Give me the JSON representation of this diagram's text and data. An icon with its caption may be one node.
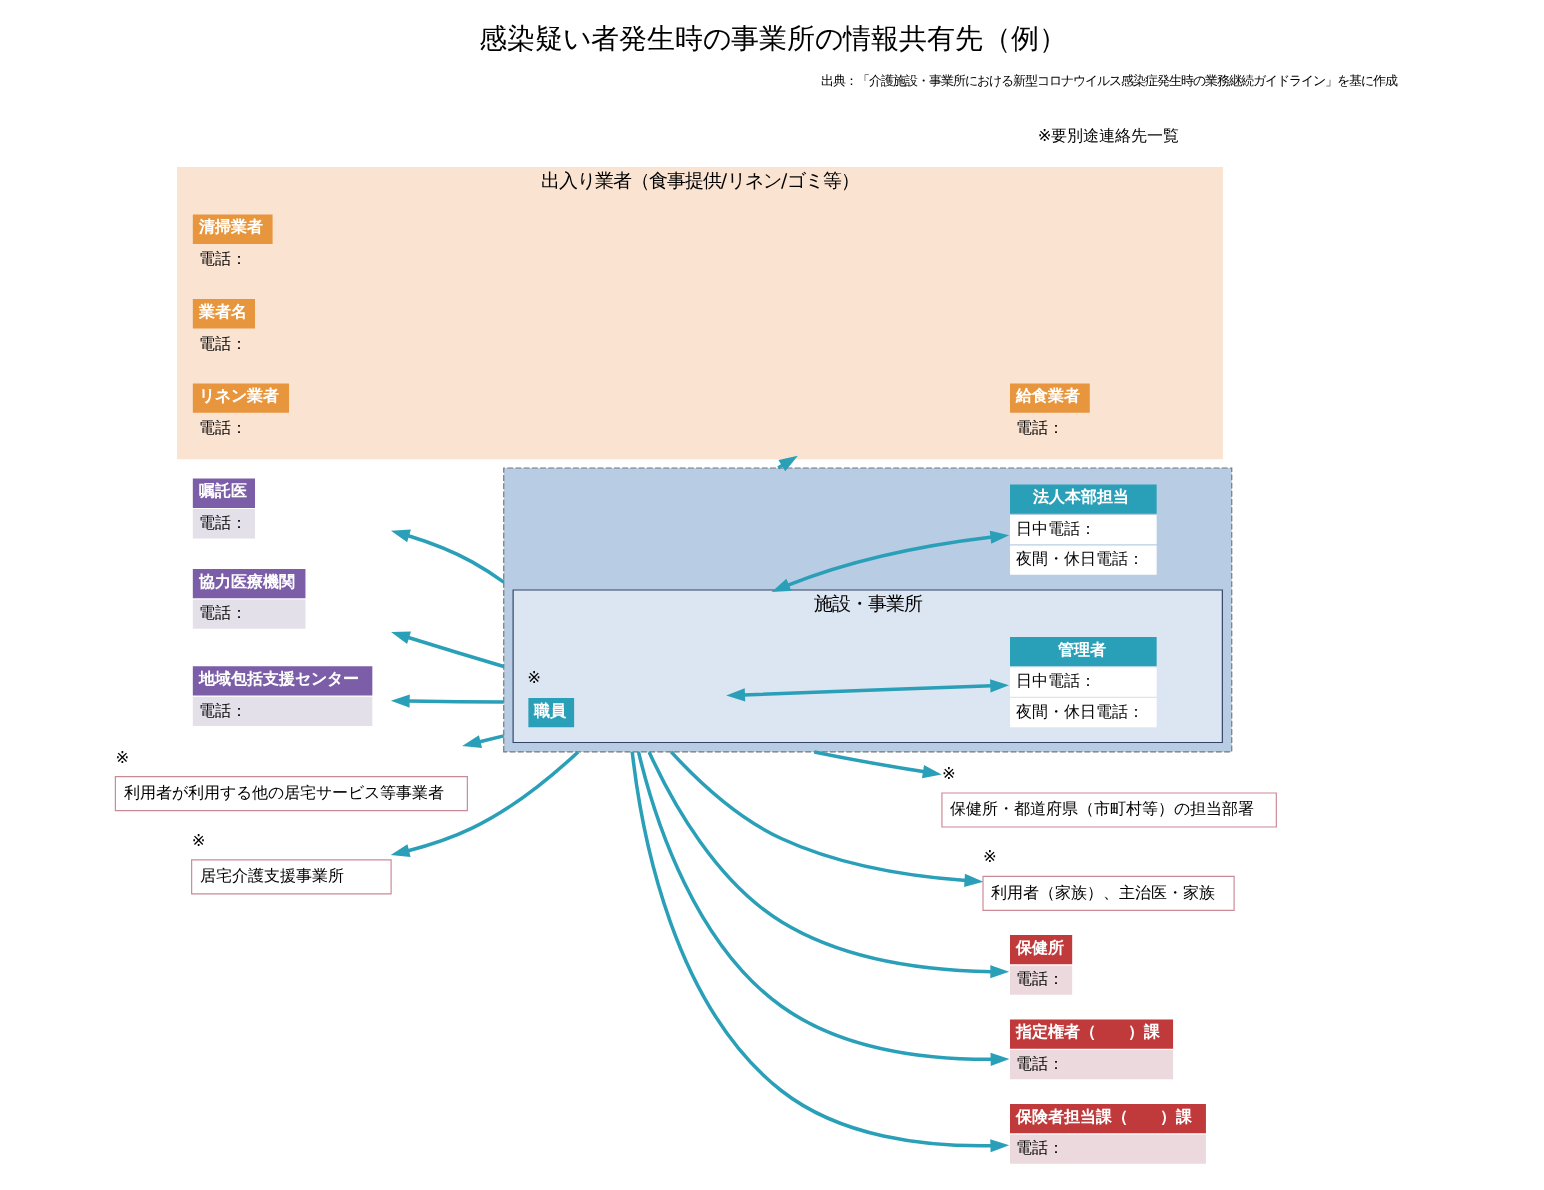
{
  "diagram": {
    "title": "感染疑い者発生時の事業所の情報共有先（例）",
    "nodes": [
      {
        "text": [],
        "shape": "box"
      },
      {
        "text": [
          "施設・事業所"
        ],
        "in": 0
      },
      {
        "text": [
          "職員"
        ],
        "in": 1,
        "beside": [
          "※"
        ]
      },
      {
        "text": [
          "管理者",
          "日中電話：",
          "夜間・休日電話："
        ],
        "in": 1
      },
      {
        "text": [
          "法人本部担当",
          "日中電話：",
          "夜間・休日電話："
        ],
        "in": 0
      },
      {
        "text": [
          "嘱託医",
          "電話："
        ]
      },
      {
        "text": [
          "協力医療機関",
          "電話："
        ]
      },
      {
        "text": [
          "地域包括支援センター",
          "電話："
        ]
      },
      {
        "text": [
          "利用者が利用する他の居宅サービス等事業者"
        ],
        "beside": [
          "※"
        ]
      },
      {
        "text": [
          "居宅介護支援事業所"
        ],
        "beside": [
          "※"
        ]
      },
      {
        "text": [
          "保健所・都道府県（市町村等）の担当部署"
        ],
        "beside": [
          "※"
        ]
      },
      {
        "text": [
          "利用者（家族）、主治医・家族"
        ],
        "beside": [
          "※"
        ]
      },
      {
        "text": [
          "出入り業者（食事提供/リネン/ゴミ等）"
        ]
      },
      {
        "text": [
          "給食業者",
          "電話："
        ],
        "in": 12
      },
      {
        "text": [
          "清掃業者",
          "電話："
        ],
        "in": 12
      },
      {
        "text": [
          "業者名",
          "電話："
        ],
        "in": 12
      },
      {
        "text": [
          "リネン業者",
          "電話："
        ],
        "in": 12
      },
      {
        "text": [
          "保健所",
          "電話："
        ]
      },
      {
        "text": [
          "指定権者（　　）課",
          "電話："
        ]
      },
      {
        "text": [
          "保険者担当課（　　）課",
          "電話："
        ]
      }
    ],
    "edges": [
      {
        "from": 2,
        "to": 3,
        "arrow": "both"
      },
      {
        "from": 1,
        "to": 4,
        "arrow": "both"
      },
      {
        "from": 0,
        "to": 5,
        "arrow": "to"
      },
      {
        "from": 0,
        "to": 6,
        "arrow": "to"
      },
      {
        "from": 0,
        "to": 7,
        "arrow": "to"
      },
      {
        "from": 0,
        "to": 8,
        "arrow": "to"
      },
      {
        "from": 0,
        "to": 9,
        "arrow": "to"
      },
      {
        "from": 0,
        "to": 10,
        "arrow": "to"
      },
      {
        "from": 0,
        "to": 11,
        "arrow": "to"
      },
      {
        "from": 0,
        "to": 12,
        "arrow": "to"
      },
      {
        "from": 0,
        "to": 17,
        "arrow": "to"
      },
      {
        "from": 0,
        "to": 18,
        "arrow": "to"
      },
      {
        "from": 0,
        "to": 19,
        "arrow": "to"
      }
    ],
    "labels": [
      "※要別途連絡先一覧",
      "出典：「介護施設・事業所における新型コロナウイルス感染症発生時の業務継続ガイドライン」を基に作成"
    ]
  }
}
